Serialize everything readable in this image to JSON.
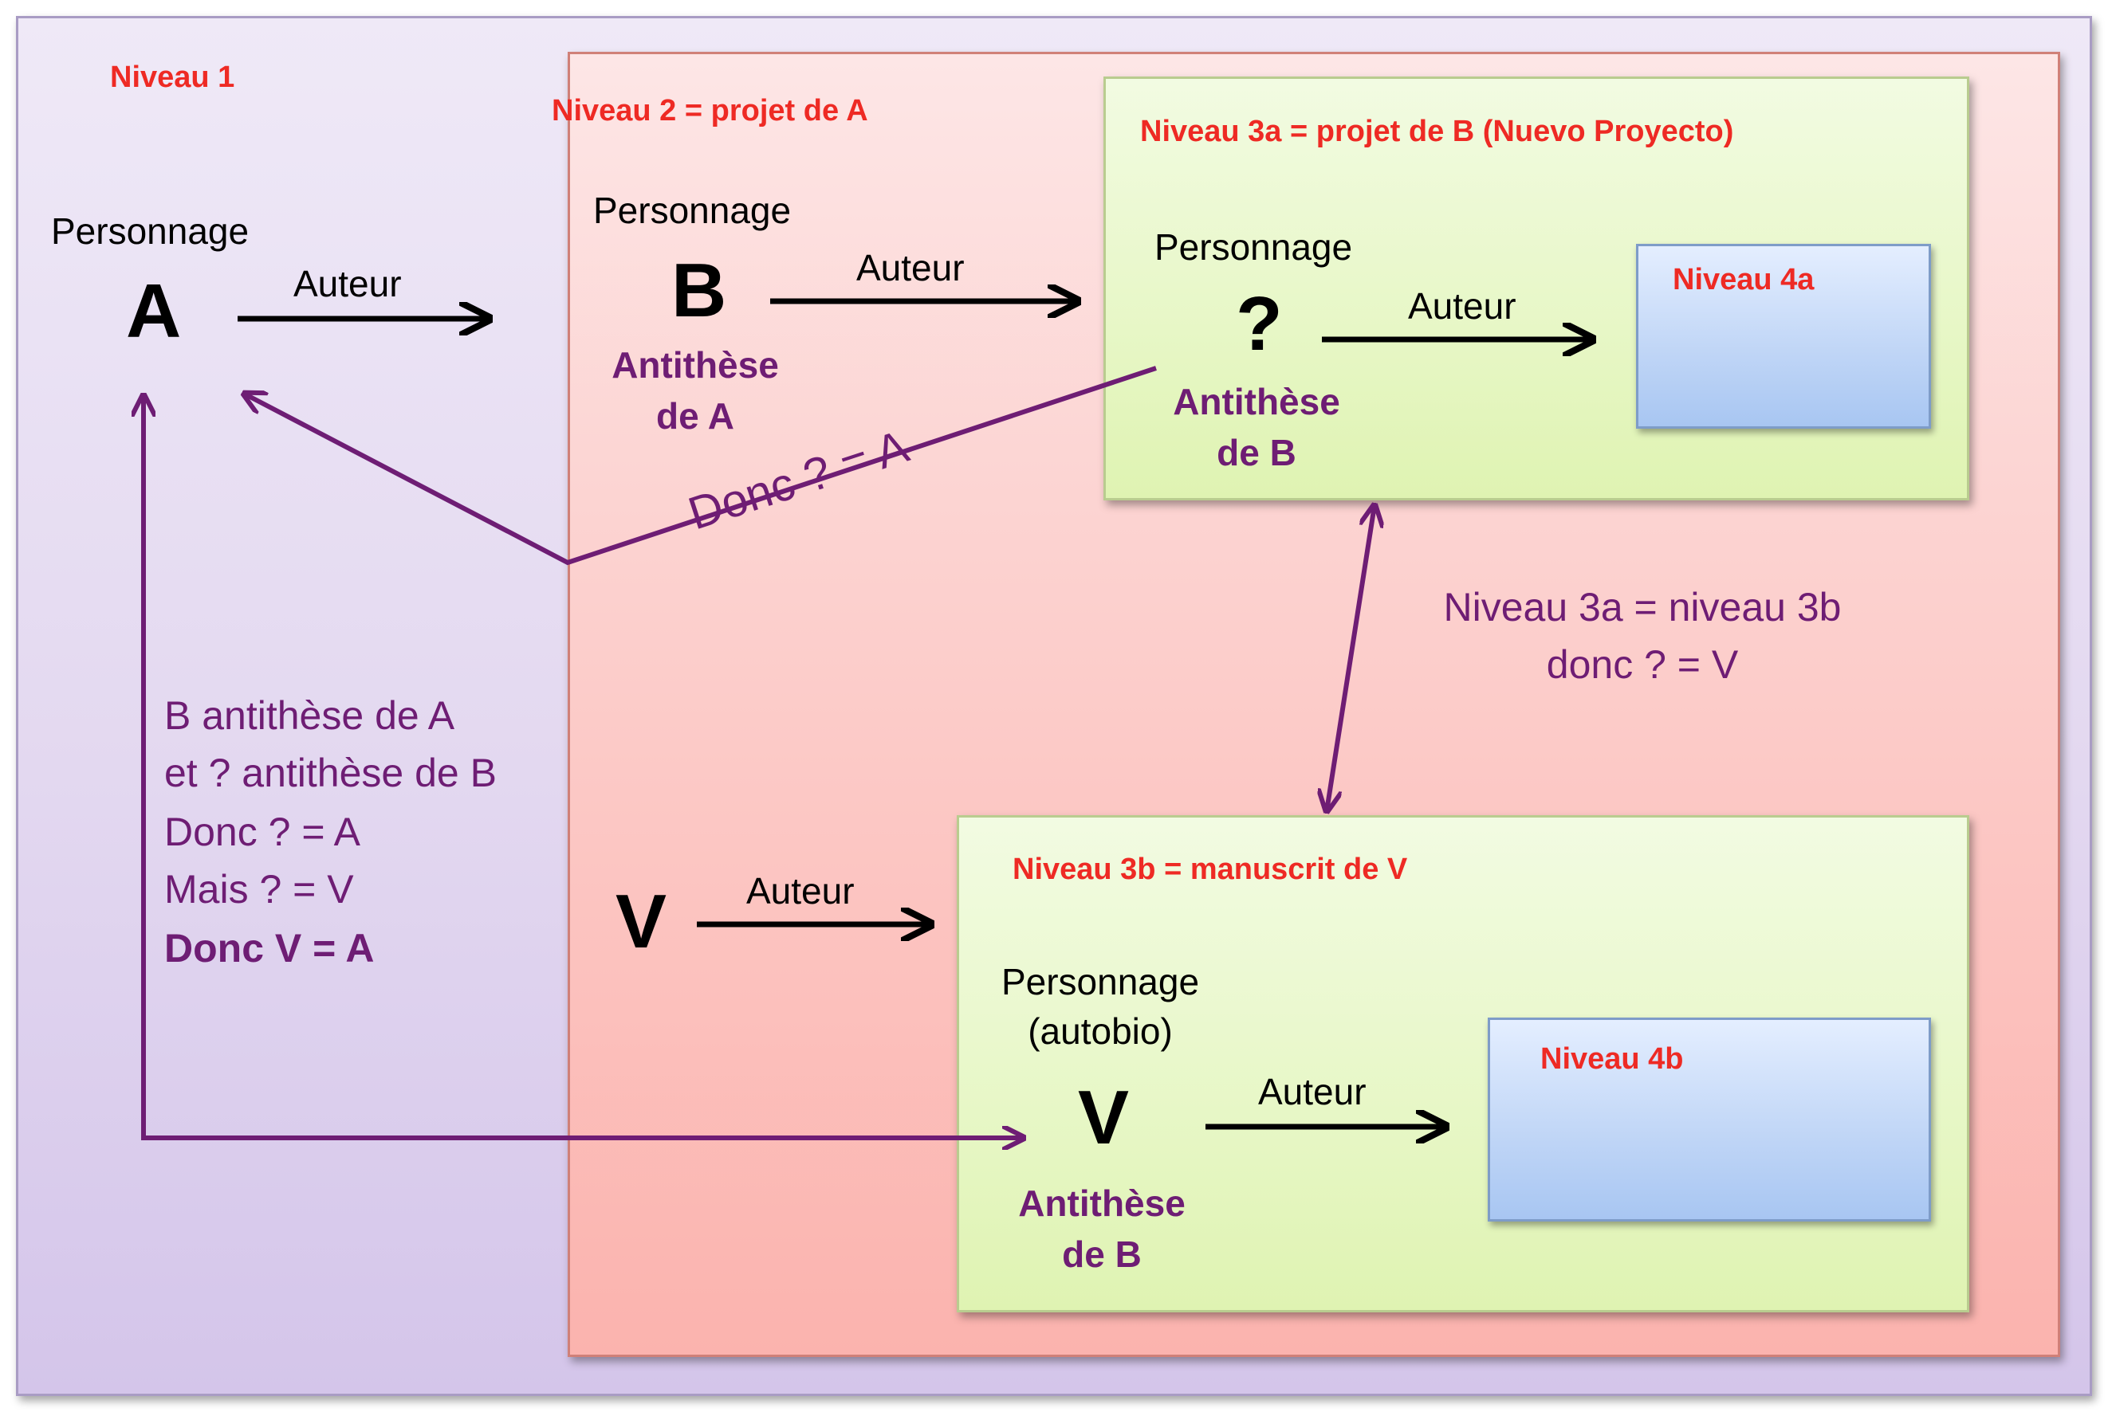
{
  "level1": {
    "title": "Niveau 1",
    "character_label": "Personnage",
    "character": "A",
    "author_label": "Auteur"
  },
  "level2": {
    "title": "Niveau 2 = projet de A",
    "character_label": "Personnage",
    "character": "B",
    "antithesis_line1": "Antithèse",
    "antithesis_line2": "de A",
    "author_label": "Auteur",
    "v_character": "V",
    "v_author_label": "Auteur",
    "donc_label": "Donc ? = A"
  },
  "level3a": {
    "title": "Niveau 3a = projet de B (Nuevo Proyecto)",
    "character_label": "Personnage",
    "character": "?",
    "antithesis_line1": "Antithèse",
    "antithesis_line2": "de B",
    "author_label": "Auteur"
  },
  "level3b": {
    "title": "Niveau 3b = manuscrit de V",
    "character_label_line1": "Personnage",
    "character_label_line2": "(autobio)",
    "character": "V",
    "antithesis_line1": "Antithèse",
    "antithesis_line2": "de B",
    "author_label": "Auteur"
  },
  "level4a": {
    "title": "Niveau 4a"
  },
  "level4b": {
    "title": "Niveau 4b"
  },
  "equivalence": {
    "line1": "Niveau 3a = niveau 3b",
    "line2": "donc ? = V"
  },
  "reasoning": {
    "line1": "B antithèse de A",
    "line2": "et ? antithèse de B",
    "line3": "Donc ? = A",
    "line4": "Mais ? = V",
    "line5": "Donc V = A"
  },
  "colors": {
    "level_title": "#ee2a24",
    "purple": "#6e1d74",
    "level1_bg": "#e3d8f0",
    "level2_bg": "#fcc9c6",
    "level3_bg": "#e7f7c6",
    "level4_bg": "#bfd5f6"
  }
}
